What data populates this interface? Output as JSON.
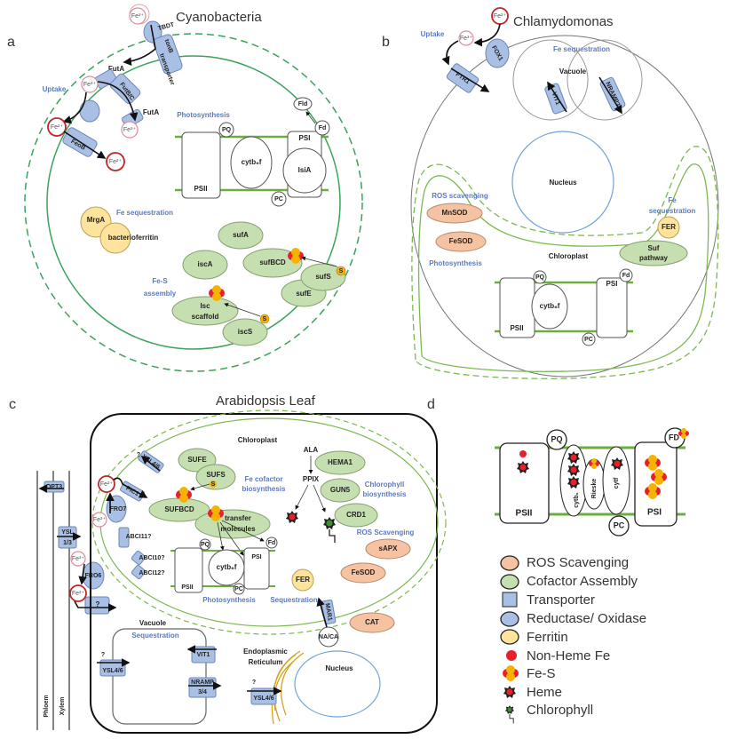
{
  "panel_a": {
    "letter": "a",
    "title": "Cyanobacteria",
    "fe3": "Fe³⁺",
    "fe2": "Fe²⁺",
    "tbdt": "TBDT",
    "tonb": "tonB",
    "transporter": "transporter",
    "futa": "FutA",
    "futbc": "FutB/C",
    "feob": "FeoB",
    "uptake": "Uptake",
    "photosynthesis": "Photosynthesis",
    "psii": "PSII",
    "psi": "PSI",
    "cyt": "cytb₆f",
    "isia": "IsiA",
    "pq": "PQ",
    "pc": "PC",
    "fd": "Fd",
    "fld": "Fld",
    "fe_seq": "Fe sequestration",
    "mrga": "MrgA",
    "bfr": "bacterioferritin",
    "sufa": "sufA",
    "isca": "iscA",
    "sufbcd": "sufBCD",
    "sufs": "sufS",
    "sufe": "sufE",
    "isc1": "Isc",
    "isc2": "scaffold",
    "iscs": "iscS",
    "s": "S",
    "fes1": "Fe-S",
    "fes2": "assembly"
  },
  "panel_b": {
    "letter": "b",
    "title": "Chlamydomonas",
    "fe2": "Fe²⁺",
    "fe3": "Fe³⁺",
    "uptake": "Uptake",
    "fox1": "FOX1",
    "ftr1": "FTR1",
    "fe_seq": "Fe sequestration",
    "vacuole": "Vacuole",
    "vit1": "VIT1",
    "nramp3": "NRAMP3",
    "nucleus": "Nucleus",
    "ros": "ROS scavenging",
    "mnsod": "MnSOD",
    "fesod": "FeSOD",
    "fe_seq2a": "Fe",
    "fe_seq2b": "sequestration",
    "fer": "FER",
    "suf1": "Suf",
    "suf2": "pathway",
    "chloroplast": "Chloroplast",
    "photosynthesis": "Photosynthesis",
    "psii": "PSII",
    "psi": "PSI",
    "cyt": "cytb₆f",
    "pq": "PQ",
    "pc": "PC",
    "fd": "Fd"
  },
  "panel_c": {
    "letter": "c",
    "title": "Arabidopsis Leaf",
    "phloem": "Phloem",
    "xylem": "Xylem",
    "opt3": "OPT3",
    "ysl1": "YSL",
    "ysl2": "1/3",
    "fe3": "Fe³⁺",
    "fe2": "Fe²⁺",
    "fro6": "FRO6",
    "q": "?",
    "chloroplast": "Chloroplast",
    "ysl46": "YSL4/6",
    "pic1": "PIC1",
    "fro7": "FRO7",
    "abci11": "ABCI11?",
    "abci10": "ABCI10?",
    "abci12": "ABCI12?",
    "sufe": "SUFE",
    "sufs": "SUFS",
    "s": "S",
    "sufbcd": "SUFBCD",
    "fecof1": "Fe cofactor",
    "fecof2": "biosynthesis",
    "transfer1": "transfer",
    "transfer2": "molecules",
    "ala": "ALA",
    "ppix": "PPIX",
    "hema1": "HEMA1",
    "gun5": "GUN5",
    "crd1": "CRD1",
    "chl1": "Chlorophyll",
    "chl2": "biosynthesis",
    "ros": "ROS Scavenging",
    "sapx": "sAPX",
    "fesod": "FeSOD",
    "cat": "CAT",
    "psii": "PSII",
    "psi": "PSI",
    "cyt": "cytb₆f",
    "pq": "PQ",
    "pc": "PC",
    "fd": "Fd",
    "photosynthesis": "Photosynthesis",
    "fer": "FER",
    "sequestration": "Sequestration",
    "mar1": "MAR1",
    "naca": "NA/CA",
    "vacuole": "Vacuole",
    "vac_seq": "Sequestration",
    "vit1": "VIT1",
    "nramp1": "NRAMP",
    "nramp2": "3/4",
    "er1": "Endoplasmic",
    "er2": "Reticulum",
    "nucleus": "Nucleus"
  },
  "panel_d": {
    "letter": "d",
    "psii": "PSII",
    "psi": "PSI",
    "pq": "PQ",
    "pc": "PC",
    "fd": "FD",
    "cytb6": "cytb₆",
    "rieske": "Rieske",
    "cytf": "cytf",
    "legend": [
      {
        "label": "ROS Scavenging",
        "icon": "orange-ellipse",
        "color": "#f6c3a2"
      },
      {
        "label": "Cofactor Assembly",
        "icon": "green-ellipse",
        "color": "#c6dfb0"
      },
      {
        "label": "Transporter",
        "icon": "blue-square",
        "color": "#a9c0e4"
      },
      {
        "label": "Reductase/ Oxidase",
        "icon": "blue-ellipse",
        "color": "#a9c0e4"
      },
      {
        "label": "Ferritin",
        "icon": "yellow-ellipse",
        "color": "#fde39b"
      },
      {
        "label": "Non-Heme Fe",
        "icon": "red-dot",
        "color": "#e8202a"
      },
      {
        "label": "Fe-S",
        "icon": "fe-s-cluster",
        "color": "#f5b300"
      },
      {
        "label": "Heme",
        "icon": "heme",
        "color": "#c0272d"
      },
      {
        "label": "Chlorophyll",
        "icon": "chlorophyll",
        "color": "#3f8f2f"
      }
    ]
  }
}
